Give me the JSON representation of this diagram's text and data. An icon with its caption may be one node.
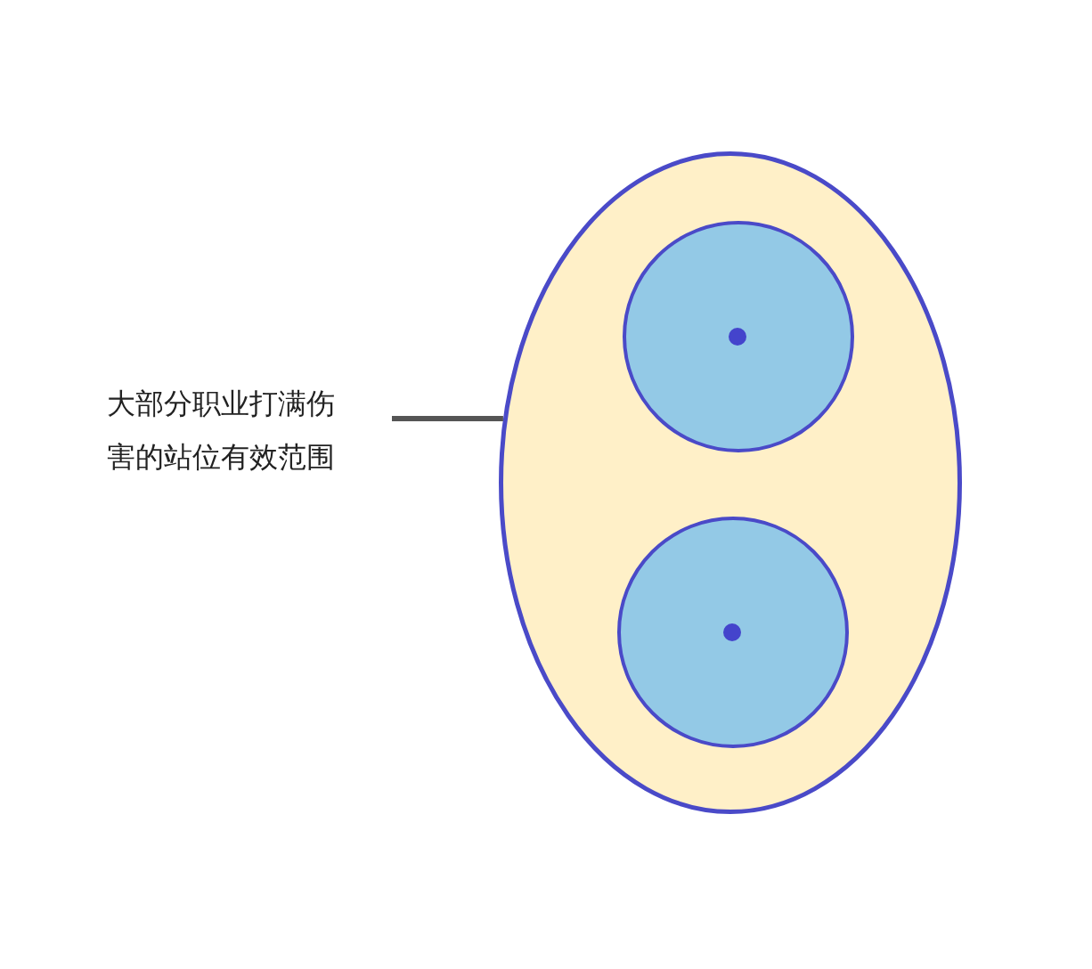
{
  "diagram": {
    "nodes": [
      {
        "text": [
          "大部分职业打满伤害的站位有效范围"
        ]
      },
      {
        "text": [],
        "shape": "ellipse"
      },
      {
        "text": [],
        "shape": "circle",
        "in": 1
      },
      {
        "text": [],
        "shape": "circle",
        "in": 2
      },
      {
        "text": [],
        "shape": "circle",
        "in": 1
      },
      {
        "text": [],
        "shape": "circle",
        "in": 4
      }
    ],
    "edges": [
      {
        "from": 0,
        "to": 1,
        "arrow": "none"
      }
    ]
  }
}
